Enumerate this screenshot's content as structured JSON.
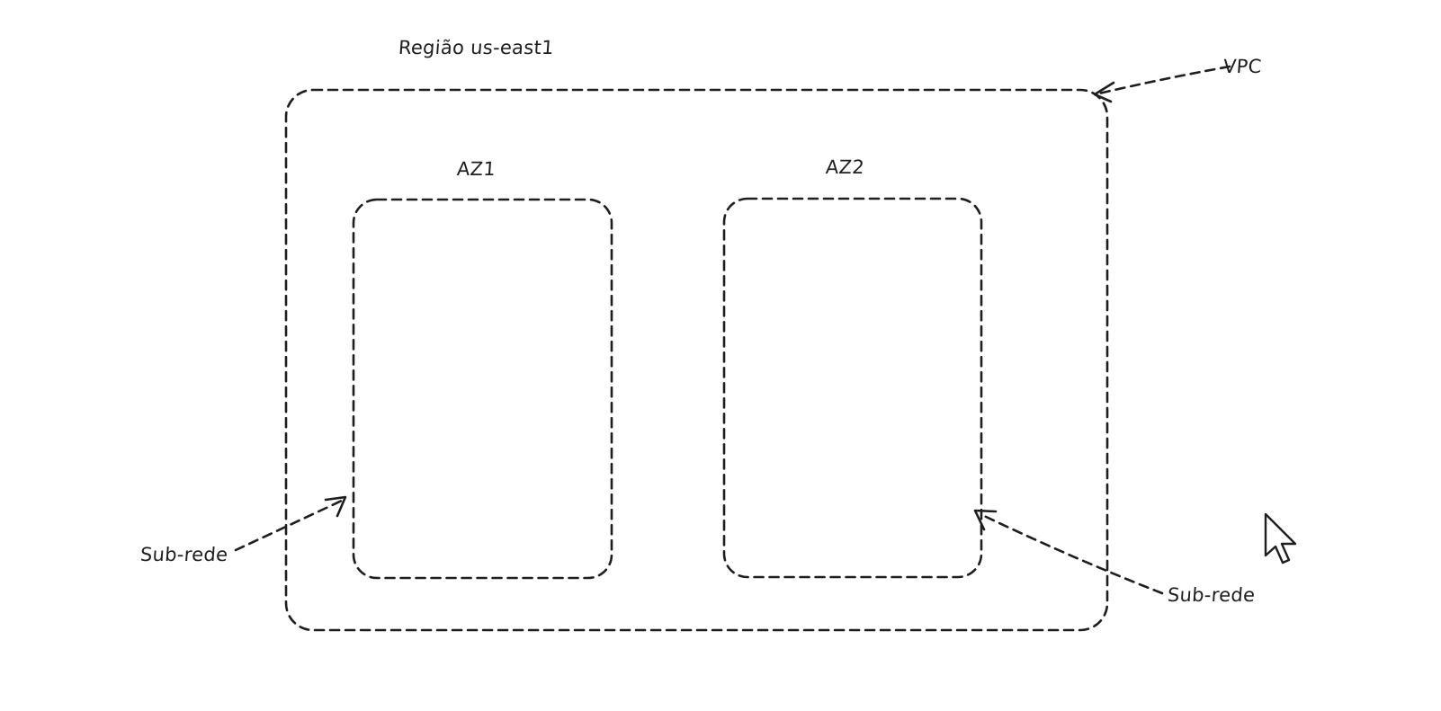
{
  "diagram": {
    "region_label": "Região us-east1",
    "vpc_label": "VPC",
    "az1_label": "AZ1",
    "az2_label": "AZ2",
    "subnet_left_label": "Sub-rede",
    "subnet_right_label": "Sub-rede"
  },
  "colors": {
    "stroke": "#1e1e1e",
    "background": "#ffffff"
  },
  "icons": {
    "cursor": "mouse-pointer-icon"
  }
}
